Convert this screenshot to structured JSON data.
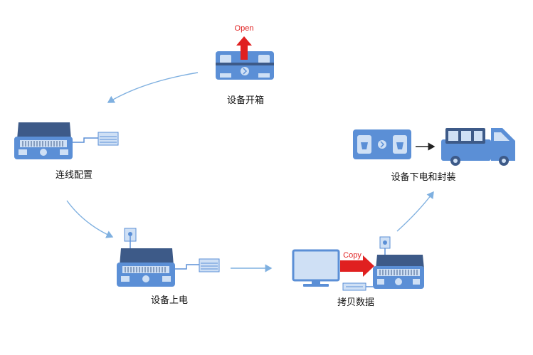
{
  "steps": {
    "open": {
      "label": "设备开箱",
      "tag": "Open"
    },
    "connect": {
      "label": "连线配置"
    },
    "power_on": {
      "label": "设备上电"
    },
    "copy": {
      "label": "拷贝数据",
      "tag": "Copy"
    },
    "power_off": {
      "label": "设备下电和封装"
    }
  },
  "colors": {
    "device_blue": "#5b8fd6",
    "device_dark": "#3d5a88",
    "device_light": "#cfe0f5",
    "arrow_blue": "#7fb0e0",
    "tag_red": "#e02020",
    "text": "#111111"
  }
}
